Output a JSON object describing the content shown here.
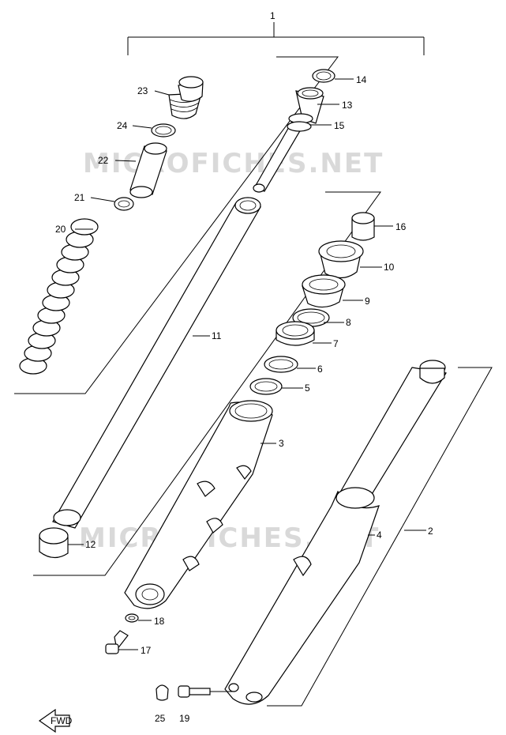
{
  "watermark": "MICROFICHES.NET",
  "fwd_label": "FWD",
  "callouts": [
    "1",
    "2",
    "3",
    "4",
    "5",
    "6",
    "7",
    "8",
    "9",
    "10",
    "11",
    "12",
    "13",
    "14",
    "15",
    "16",
    "17",
    "18",
    "19",
    "20",
    "21",
    "22",
    "23",
    "24",
    "25"
  ]
}
